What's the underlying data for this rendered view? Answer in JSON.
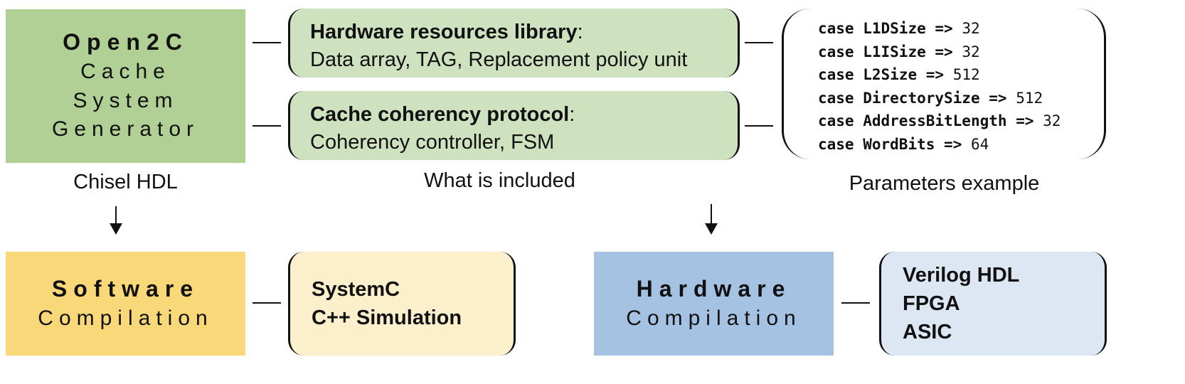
{
  "generator": {
    "title": "Open2C",
    "lines": [
      "Cache",
      "System",
      "Generator"
    ],
    "caption": "Chisel HDL"
  },
  "included": {
    "caption": "What is included",
    "resources": {
      "heading": "Hardware resources library",
      "separator": ":",
      "detail": "Data array, TAG, Replacement policy unit"
    },
    "coherency": {
      "heading": "Cache coherency protocol",
      "separator": ":",
      "detail": "Coherency controller, FSM"
    }
  },
  "parameters": {
    "caption": "Parameters example",
    "keyword": "case",
    "operator": "=>",
    "rows": [
      {
        "name": "L1DSize",
        "value": "32"
      },
      {
        "name": "L1ISize",
        "value": "32"
      },
      {
        "name": "L2Size",
        "value": "512"
      },
      {
        "name": "DirectorySize",
        "value": "512"
      },
      {
        "name": "AddressBitLength",
        "value": "32"
      },
      {
        "name": "WordBits",
        "value": "64"
      }
    ]
  },
  "software": {
    "title": "Software",
    "subtitle": "Compilation",
    "items": [
      "SystemC",
      "C++ Simulation"
    ]
  },
  "hardware": {
    "title": "Hardware",
    "subtitle": "Compilation",
    "items": [
      "Verilog HDL",
      "FPGA",
      "ASIC"
    ]
  },
  "colors": {
    "generator_fill": "#b0d095",
    "included_fill": "#cfe2bf",
    "software_fill": "#f8d878",
    "software_list_fill": "#fcf0cc",
    "hardware_fill": "#a6c2e2",
    "hardware_list_fill": "#dde7f3"
  }
}
